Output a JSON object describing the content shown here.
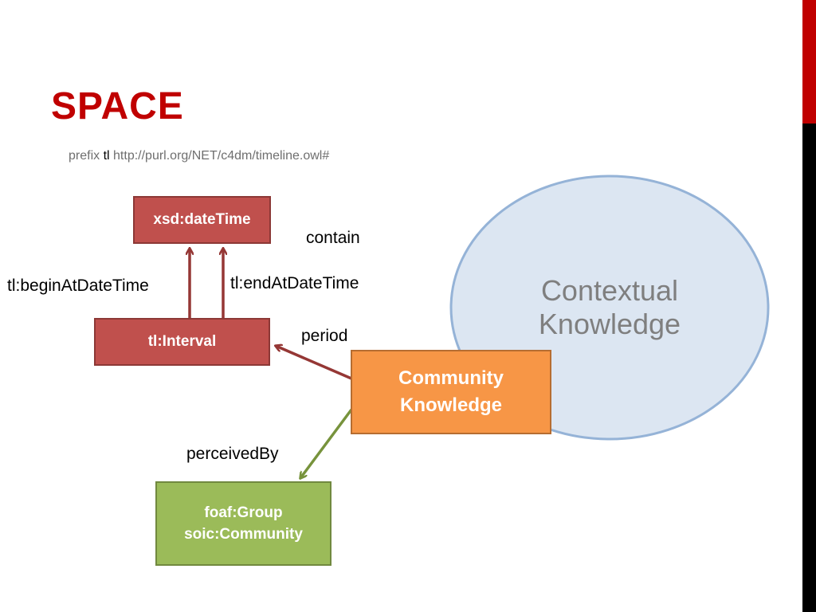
{
  "title": "SPACE",
  "prefix": {
    "keyword": "prefix",
    "name": "tl",
    "uri": "http://purl.org/NET/c4dm/timeline.owl#"
  },
  "nodes": {
    "xsd_datetime": "xsd:dateTime",
    "tl_interval": "tl:Interval",
    "community_knowledge": [
      "Community",
      "Knowledge"
    ],
    "foaf_group": [
      "foaf:Group",
      "soic:Community"
    ],
    "contextual_knowledge": [
      "Contextual",
      "Knowledge"
    ]
  },
  "edges": {
    "begin": "tl:beginAtDateTime",
    "end": "tl:endAtDateTime",
    "contain": "contain",
    "period": "period",
    "perceived_by": "perceivedBy"
  },
  "colors": {
    "title": "#c00000",
    "red_node": "#c0504d",
    "orange_node": "#f79646",
    "green_node": "#9bbb59",
    "ellipse_fill": "#dce6f2",
    "ellipse_stroke": "#95b3d7"
  }
}
